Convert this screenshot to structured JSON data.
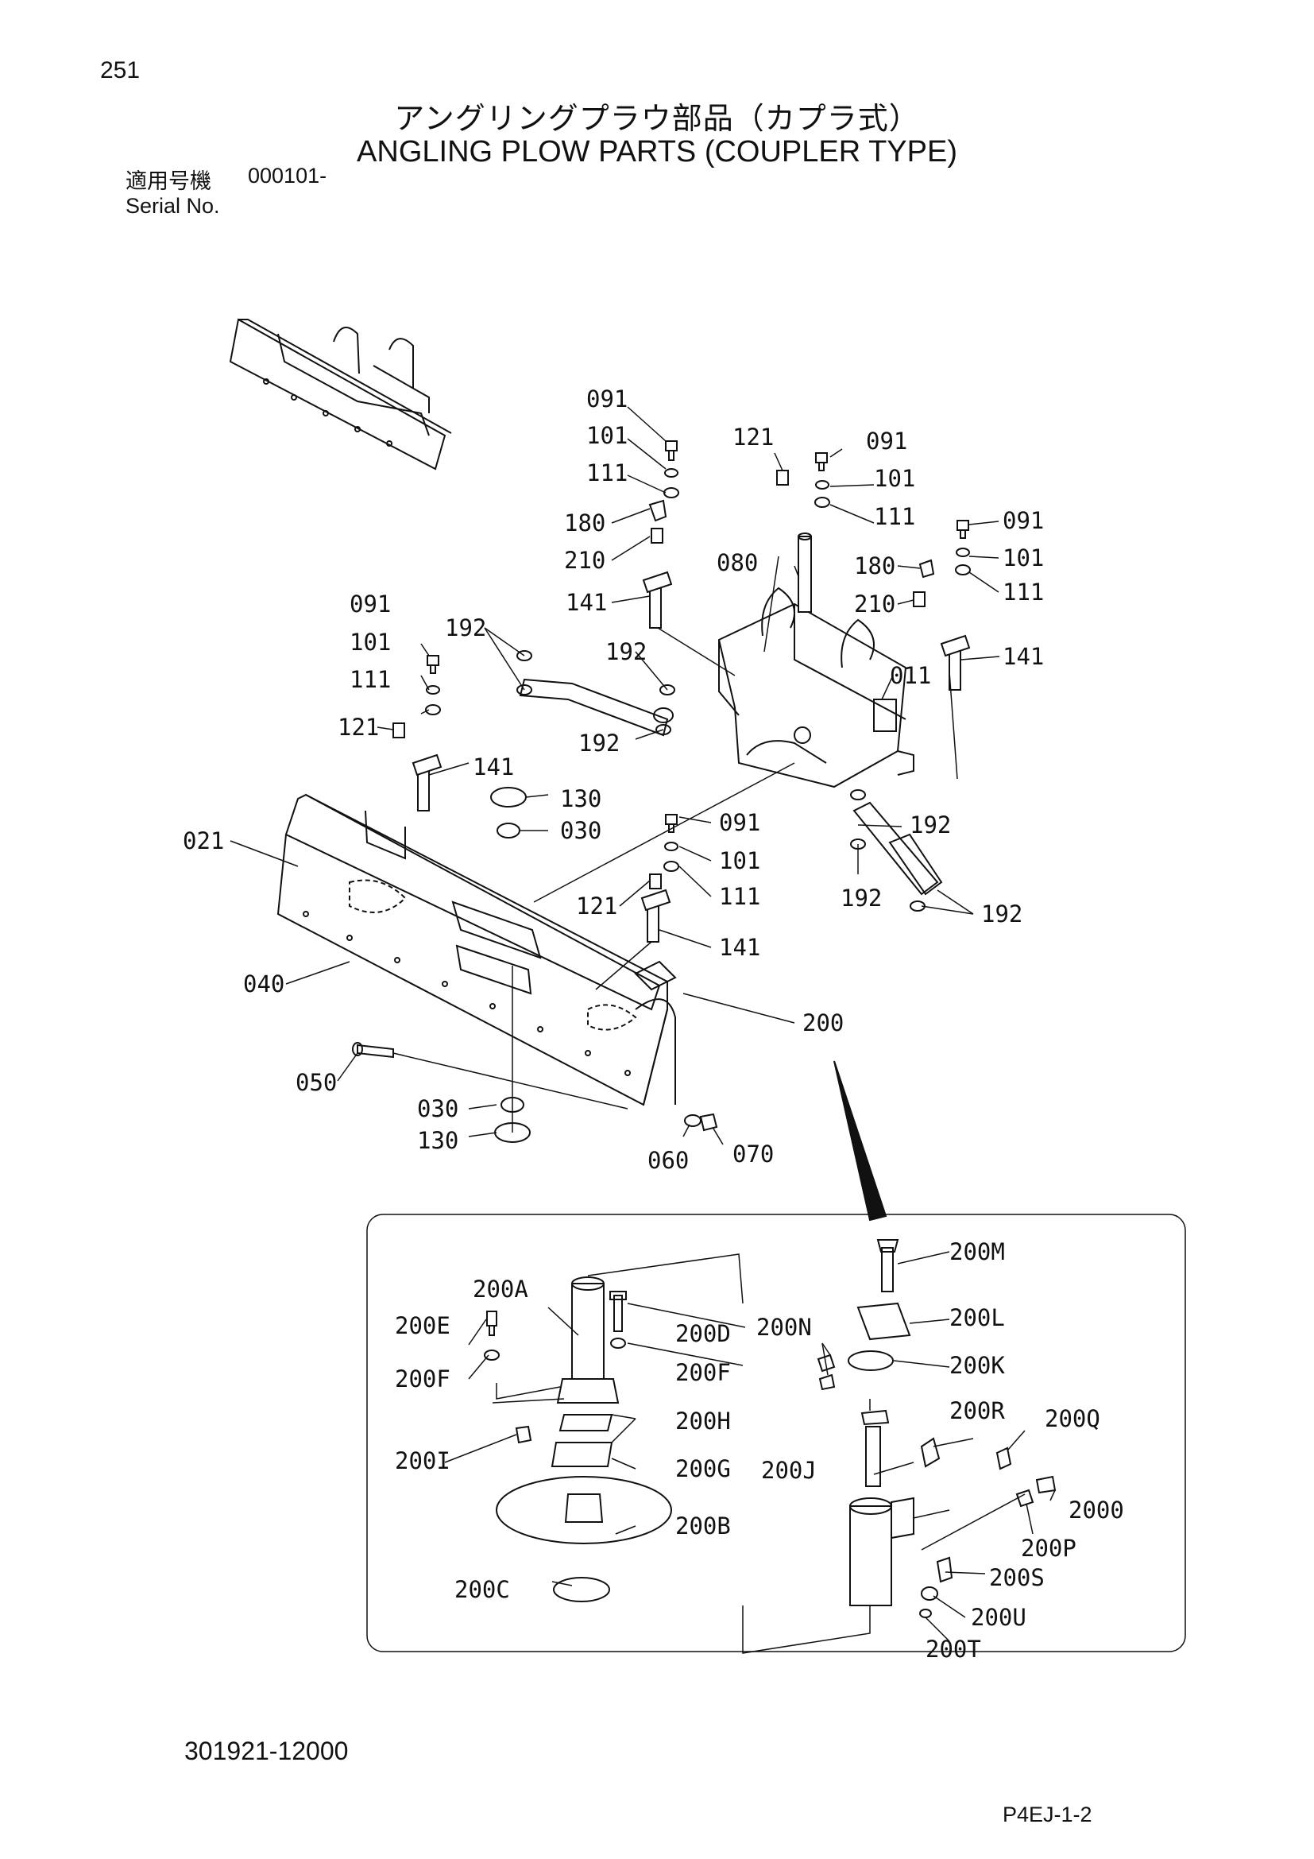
{
  "header": {
    "page_number": "251",
    "title_ja": "アングリングプラウ部品（カプラ式）",
    "title_en": "ANGLING PLOW PARTS (COUPLER TYPE)",
    "serial_label_ja": "適用号機",
    "serial_value": "000101-",
    "serial_label_en": "Serial No."
  },
  "callouts_main": [
    "091",
    "101",
    "111",
    "180",
    "210",
    "141",
    "121",
    "091",
    "101",
    "111",
    "080",
    "091",
    "101",
    "111",
    "180",
    "210",
    "141",
    "192",
    "192",
    "011",
    "091",
    "101",
    "111",
    "121",
    "141",
    "192",
    "130",
    "030",
    "021",
    "192",
    "091",
    "101",
    "121",
    "111",
    "141",
    "192",
    "192",
    "192",
    "040",
    "200",
    "050",
    "030",
    "130",
    "060",
    "070"
  ],
  "callouts_detail": [
    "200M",
    "200A",
    "200L",
    "200E",
    "200D",
    "200N",
    "200K",
    "200F",
    "200F",
    "200H",
    "200R",
    "200Q",
    "200I",
    "200G",
    "200J",
    "2000",
    "200B",
    "200P",
    "200S",
    "200C",
    "200U",
    "200T"
  ],
  "footer": {
    "drawing_number": "301921-12000",
    "sheet_code": "P4EJ-1-2"
  }
}
